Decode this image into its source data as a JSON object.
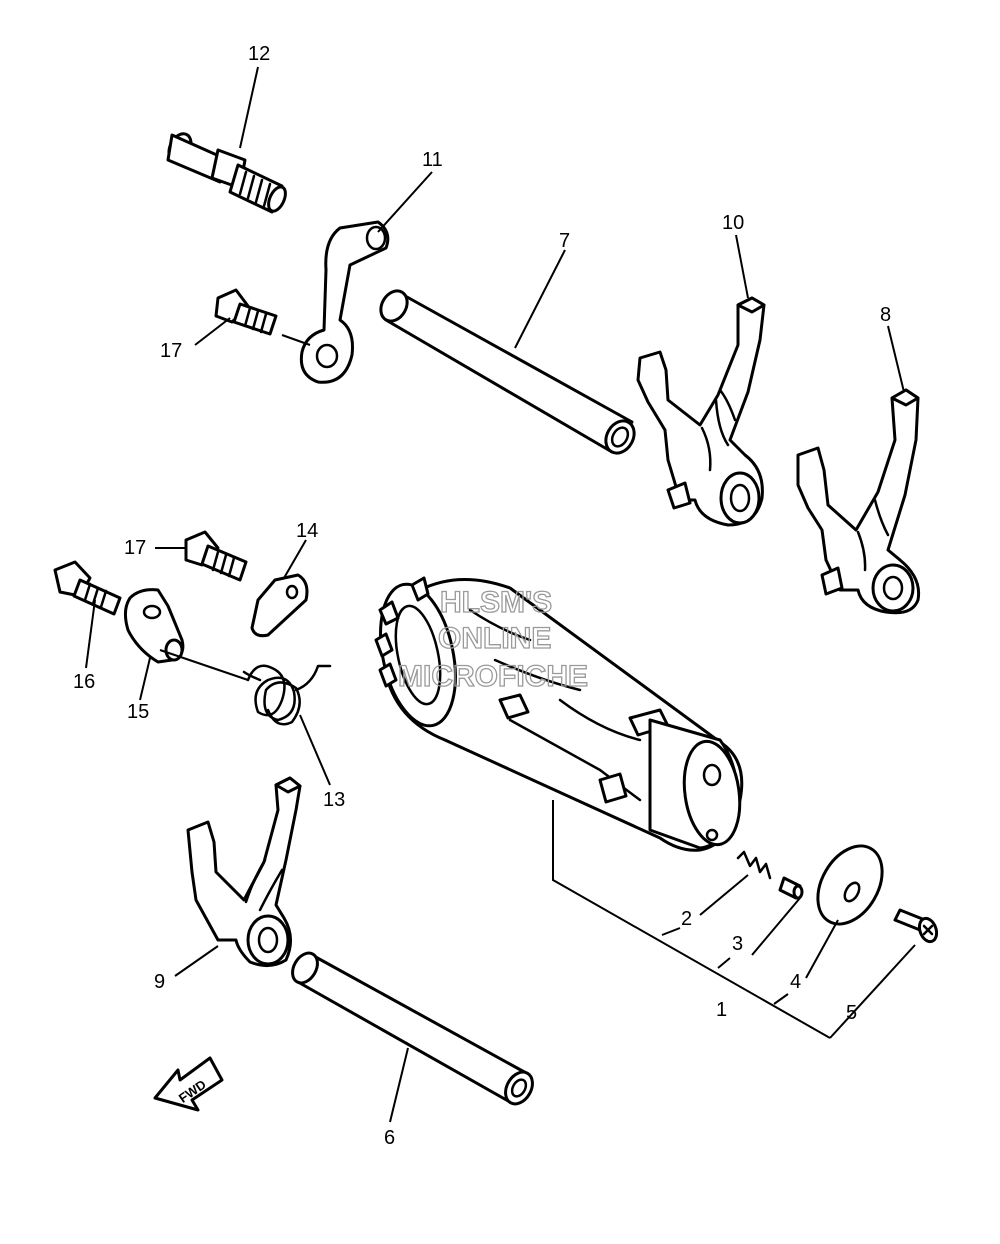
{
  "callouts": {
    "c1": "1",
    "c2": "2",
    "c3": "3",
    "c4": "4",
    "c5": "5",
    "c6": "6",
    "c7": "7",
    "c8": "8",
    "c9": "9",
    "c10": "10",
    "c11": "11",
    "c12": "12",
    "c13": "13",
    "c14": "14",
    "c15": "15",
    "c16": "16",
    "c17a": "17",
    "c17b": "17"
  },
  "watermark": {
    "line1": "HLSM'S",
    "line2": "ONLINE",
    "line3": "MICROFICHE"
  },
  "direction_badge": {
    "label": "FWD"
  },
  "colors": {
    "line": "#000000",
    "background": "#ffffff",
    "watermark": "#9a9a9a"
  }
}
